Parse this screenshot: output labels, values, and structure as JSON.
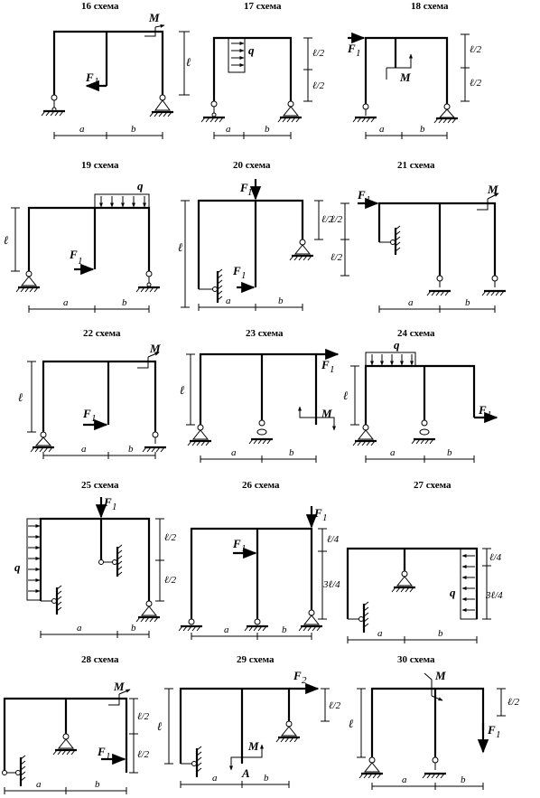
{
  "schemes": [
    {
      "title": "16 схема",
      "labels": {
        "F": "F",
        "F_sub": "1",
        "M": "M",
        "l": "ℓ",
        "a": "a",
        "b": "b"
      }
    },
    {
      "title": "17 схема",
      "labels": {
        "q": "q",
        "l1": "ℓ/2",
        "l2": "ℓ/2",
        "a": "a",
        "b": "b"
      }
    },
    {
      "title": "18 схема",
      "labels": {
        "F": "F",
        "F_sub": "1",
        "M": "M",
        "l1": "ℓ/2",
        "l2": "ℓ/2",
        "a": "a",
        "b": "b"
      }
    },
    {
      "title": "19 схема",
      "labels": {
        "q": "q",
        "F": "F",
        "F_sub": "1",
        "l": "ℓ",
        "a": "a",
        "b": "b"
      }
    },
    {
      "title": "20 схема",
      "labels": {
        "F_top": "F",
        "F_top_sub": "1",
        "F": "F",
        "F_sub": "1",
        "l": "ℓ",
        "l1": "ℓ/2",
        "a": "a",
        "b": "b"
      }
    },
    {
      "title": "21 схема",
      "labels": {
        "F": "F",
        "F_sub": "1",
        "M": "M",
        "l1": "ℓ/2",
        "l2": "ℓ/2",
        "a": "a",
        "b": "b"
      }
    },
    {
      "title": "22 схема",
      "labels": {
        "M": "M",
        "F": "F",
        "F_sub": "1",
        "l": "ℓ",
        "a": "a",
        "b": "b"
      }
    },
    {
      "title": "23 схема",
      "labels": {
        "F": "F",
        "F_sub": "1",
        "M": "M",
        "l": "ℓ",
        "a": "a",
        "b": "b"
      }
    },
    {
      "title": "24 схема",
      "labels": {
        "q": "q",
        "F": "F",
        "F_sub": "1",
        "l": "ℓ",
        "a": "a",
        "b": "b"
      }
    },
    {
      "title": "25 схема",
      "labels": {
        "F": "F",
        "F_sub": "1",
        "q": "q",
        "l1": "ℓ/2",
        "l2": "ℓ/2",
        "a": "a",
        "b": "b"
      }
    },
    {
      "title": "26 схема",
      "labels": {
        "F": "F",
        "F_sub": "1",
        "F_top": "F",
        "F_top_sub": "1",
        "l1": "ℓ/4",
        "l2": "3ℓ/4",
        "a": "a",
        "b": "b"
      }
    },
    {
      "title": "27 схема",
      "labels": {
        "q": "q",
        "l1": "ℓ/4",
        "l2": "3ℓ/4",
        "a": "a",
        "b": "b"
      }
    },
    {
      "title": "28 схема",
      "labels": {
        "M": "M",
        "F": "F",
        "F_sub": "1",
        "l1": "ℓ/2",
        "l2": "ℓ/2",
        "a": "a",
        "b": "b"
      }
    },
    {
      "title": "29 схема",
      "labels": {
        "F": "F",
        "F_sub": "2",
        "M": "M",
        "A": "A",
        "l": "ℓ",
        "l1": "ℓ/2",
        "a": "a",
        "b": "b"
      }
    },
    {
      "title": "30 схема",
      "labels": {
        "M": "M",
        "F": "F",
        "F_sub": "1",
        "l": "ℓ",
        "l1": "ℓ/2",
        "a": "a",
        "b": "b"
      }
    }
  ]
}
